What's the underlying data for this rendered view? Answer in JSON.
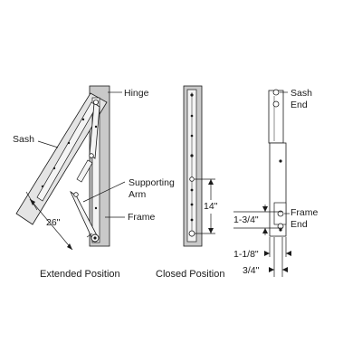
{
  "views": {
    "extended": {
      "caption": "Extended Position",
      "labels": {
        "hinge": "Hinge",
        "sash": "Sash",
        "supporting_arm": [
          "Supporting",
          "Arm"
        ],
        "frame": "Frame",
        "sash_to_pivot": "26\""
      }
    },
    "closed": {
      "caption": "Closed Position",
      "arm_span": "14\""
    },
    "end_view": {
      "labels": {
        "sash_end": [
          "Sash",
          "End"
        ],
        "frame_end": [
          "Frame",
          "End"
        ]
      },
      "dimensions": {
        "hole_offset": "1-3/4\"",
        "overall_width": "1-1/8\"",
        "inner_width": "3/4\""
      }
    }
  },
  "colors": {
    "line": "#1a1a1a",
    "frame_fill": "#c9c9c9",
    "sash_fill": "#e4e4e4",
    "metal_fill": "#f4f4f4"
  }
}
